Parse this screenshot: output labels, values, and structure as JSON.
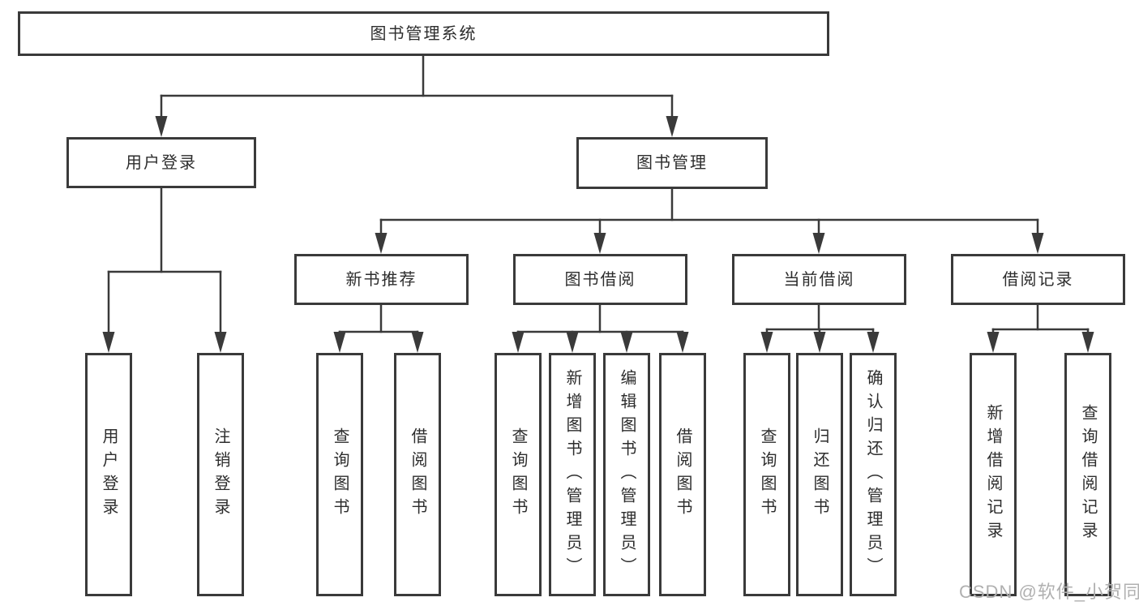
{
  "diagram": {
    "root": {
      "label": "图书管理系统",
      "children": [
        {
          "label": "用户登录",
          "children": [
            {
              "label": "用户登录"
            },
            {
              "label": "注销登录"
            }
          ]
        },
        {
          "label": "图书管理",
          "children": [
            {
              "label": "新书推荐",
              "children": [
                {
                  "label": "查询图书"
                },
                {
                  "label": "借阅图书"
                }
              ]
            },
            {
              "label": "图书借阅",
              "children": [
                {
                  "label": "查询图书"
                },
                {
                  "label": "新增图书（管理员）"
                },
                {
                  "label": "编辑图书（管理员）"
                },
                {
                  "label": "借阅图书"
                }
              ]
            },
            {
              "label": "当前借阅",
              "children": [
                {
                  "label": "查询图书"
                },
                {
                  "label": "归还图书"
                },
                {
                  "label": "确认归还（管理员）"
                }
              ]
            },
            {
              "label": "借阅记录",
              "children": [
                {
                  "label": "新增借阅记录"
                },
                {
                  "label": "查询借阅记录"
                }
              ]
            }
          ]
        }
      ]
    }
  },
  "watermark": {
    "text": "CSDN @软件_小贺同学"
  },
  "colors": {
    "line": "#3a3a3a",
    "text": "#2d2d2d",
    "watermark": "#b0b0b0",
    "background": "#ffffff"
  }
}
